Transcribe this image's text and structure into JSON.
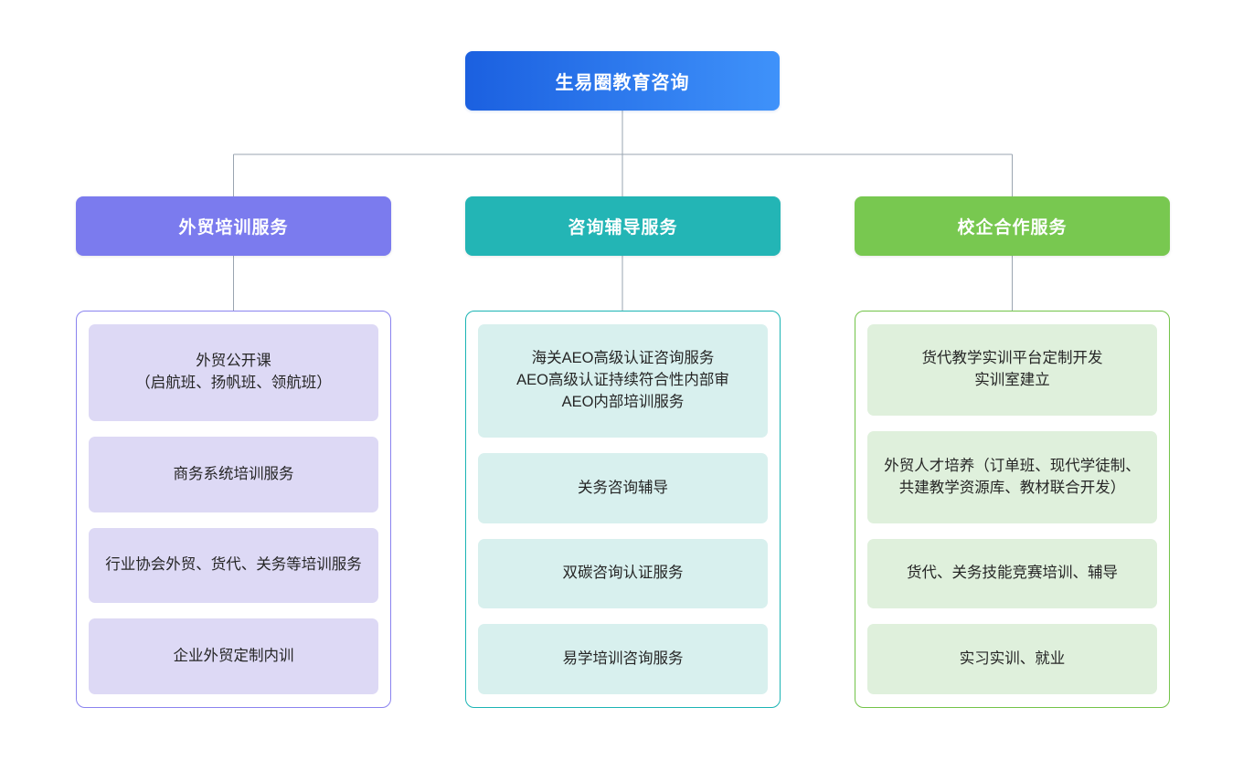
{
  "diagram": {
    "type": "organization-chart",
    "orientation": "top-down",
    "root": {
      "label": "生易圈教育咨询",
      "gradient_from": "#1b60e0",
      "gradient_to": "#3f92fa",
      "text_color": "#ffffff"
    },
    "connector_color": "#9aa5b1",
    "columns": [
      {
        "id": "foreign-trade-training",
        "header": "外贸培训服务",
        "header_color": "#7b7bee",
        "border_color": "#8a83ef",
        "card_color": "#ddd9f5",
        "items": [
          "外贸公开课\n（启航班、扬帆班、领航班）",
          "商务系统培训服务",
          "行业协会外贸、货代、关务等培训服务",
          "企业外贸定制内训"
        ]
      },
      {
        "id": "consulting-tutoring",
        "header": "咨询辅导服务",
        "header_color": "#23b5b5",
        "border_color": "#1bb4b4",
        "card_color": "#d8f0ee",
        "items": [
          "海关AEO高级认证咨询服务\nAEO高级认证持续符合性内部审\nAEO内部培训服务",
          "关务咨询辅导",
          "双碳咨询认证服务",
          "易学培训咨询服务"
        ]
      },
      {
        "id": "school-enterprise-cooperation",
        "header": "校企合作服务",
        "header_color": "#78c850",
        "border_color": "#72c348",
        "card_color": "#dff0dc",
        "items": [
          "货代教学实训平台定制开发\n实训室建立",
          "外贸人才培养（订单班、现代学徒制、共建教学资源库、教材联合开发）",
          "货代、关务技能竞赛培训、辅导",
          "实习实训、就业"
        ]
      }
    ]
  }
}
